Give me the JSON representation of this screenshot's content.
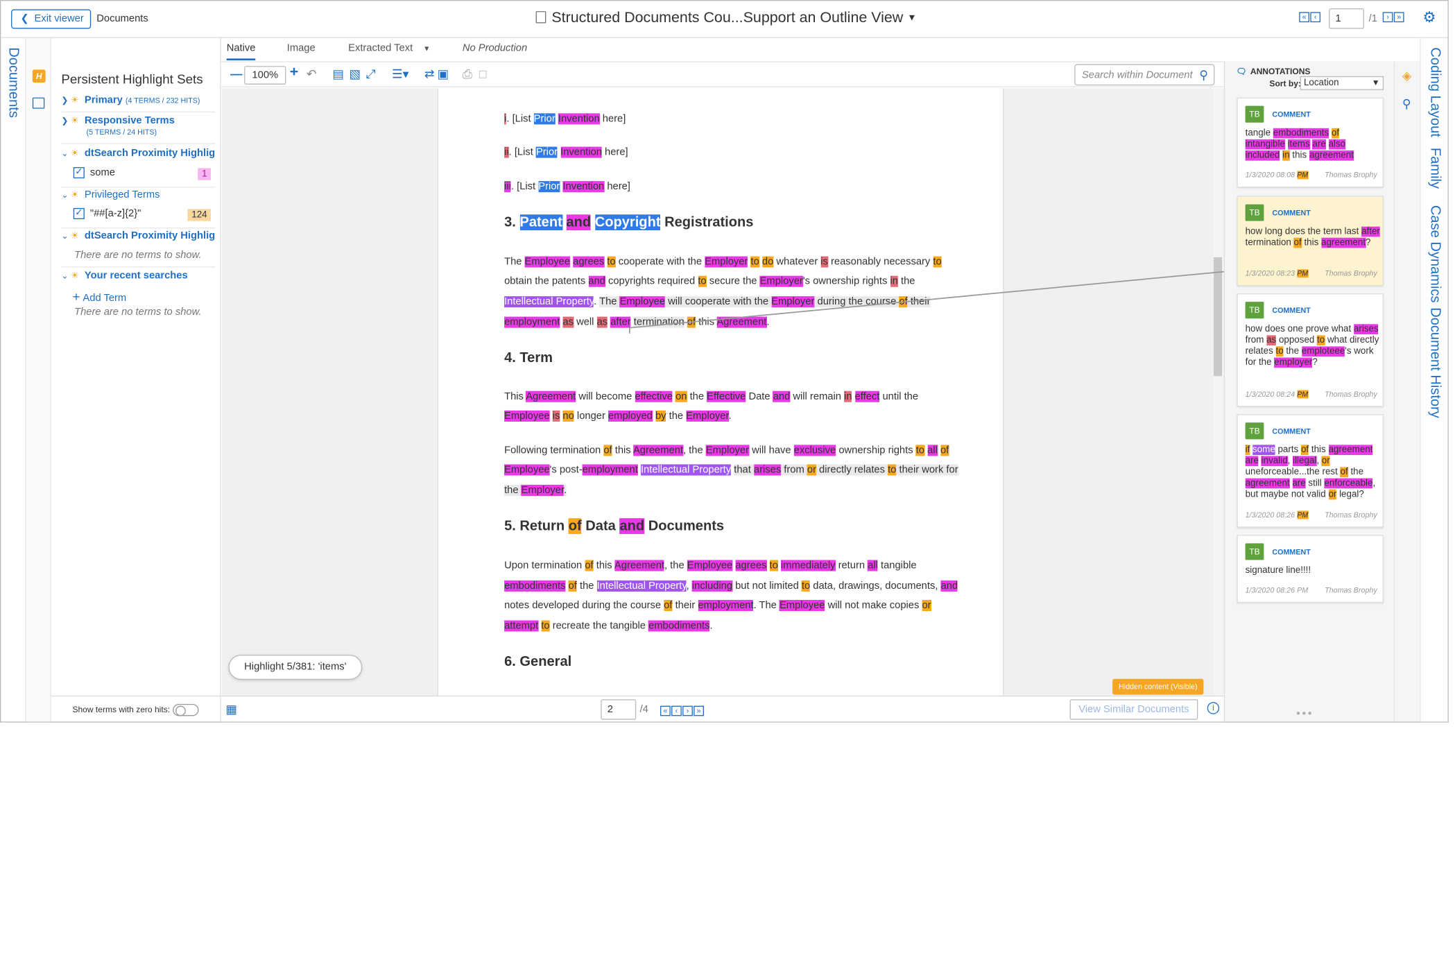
{
  "header": {
    "exit_label": "Exit viewer",
    "breadcrumb": "Documents",
    "title": "Structured Documents Cou...Support an Outline View",
    "page_value": "1",
    "page_of": "/1"
  },
  "left_vertical_tab": "Documents",
  "highlight_panel": {
    "title": "Persistent Highlight Sets",
    "sets": [
      {
        "name": "Primary",
        "sub": "(4 TERMS / 232 HITS)"
      },
      {
        "name": "Responsive Terms",
        "sub": "(5 TERMS / 24 HITS)"
      },
      {
        "name": "dtSearch Proximity Highligh..."
      },
      {
        "name": "Privileged Terms"
      },
      {
        "name": "dtSearch Proximity Highligh..."
      },
      {
        "name": "Your recent searches"
      }
    ],
    "terms": [
      {
        "label": "some",
        "count": "1",
        "color": "#f7b6f2"
      },
      {
        "label": "\"##[a-z]{2}\"",
        "count": "124",
        "color": "#f9d79e"
      }
    ],
    "no_terms": "There are no terms to show.",
    "add_term": "Add Term",
    "footer_label": "Show terms with zero hits:"
  },
  "tabs": {
    "native": "Native",
    "image": "Image",
    "extracted": "Extracted Text",
    "production": "No Production"
  },
  "toolbar": {
    "zoom": "100%",
    "search_placeholder": "Search within Document"
  },
  "document": {
    "list_prefix": "[List ",
    "list_suffix": " here]",
    "list_items": [
      {
        "num": "i",
        "w1": "Prior",
        "w2": "Invention"
      },
      {
        "num": "ii",
        "w1": "Prior",
        "w2": "Invention"
      },
      {
        "num": "iii",
        "w1": "Prior",
        "w2": "Invention"
      }
    ],
    "heading3": {
      "num": "3.",
      "w1": "Patent",
      "w2": "and",
      "w3": "Copyright",
      "rest": "Registrations"
    },
    "heading4": "4.  Term",
    "heading5": {
      "num": "5.",
      "w1": "Return",
      "w2": "of",
      "w3": "Data",
      "w4": "and",
      "w5": "Documents"
    },
    "heading6": "6.  General"
  },
  "highlight_pill": "Highlight 5/381: 'items'",
  "hidden_badge": "Hidden content (Visible)",
  "bottom": {
    "page_value": "2",
    "page_of": "/4",
    "similar_label": "View Similar Documents"
  },
  "annotations": {
    "heading": "ANNOTATIONS",
    "sort_label": "Sort by:",
    "sort_value": "Location",
    "cards": [
      {
        "initials": "TB",
        "type": "COMMENT",
        "date": "1/3/2020 08:08",
        "ampm": "PM",
        "author": "Thomas Brophy"
      },
      {
        "initials": "TB",
        "type": "COMMENT",
        "date": "1/3/2020 08:23",
        "ampm": "PM",
        "author": "Thomas Brophy"
      },
      {
        "initials": "TB",
        "type": "COMMENT",
        "date": "1/3/2020 08:24",
        "ampm": "PM",
        "author": "Thomas Brophy"
      },
      {
        "initials": "TB",
        "type": "COMMENT",
        "date": "1/3/2020 08:26",
        "ampm": "PM",
        "author": "Thomas Brophy"
      },
      {
        "initials": "TB",
        "type": "COMMENT",
        "date": "1/3/2020 08:26",
        "ampm": "PM",
        "author": "Thomas Brophy"
      }
    ],
    "last_text": "signature line!!!!"
  },
  "right_tabs": [
    "Coding Layout",
    "Family",
    "Case Dynamics",
    "Document History"
  ],
  "colors": {
    "accent": "#1f6fc5",
    "highlight_pink": "#e839e6",
    "highlight_orange": "#f7a81e",
    "highlight_blue": "#2f7be5",
    "highlight_purple": "#a054f0"
  }
}
